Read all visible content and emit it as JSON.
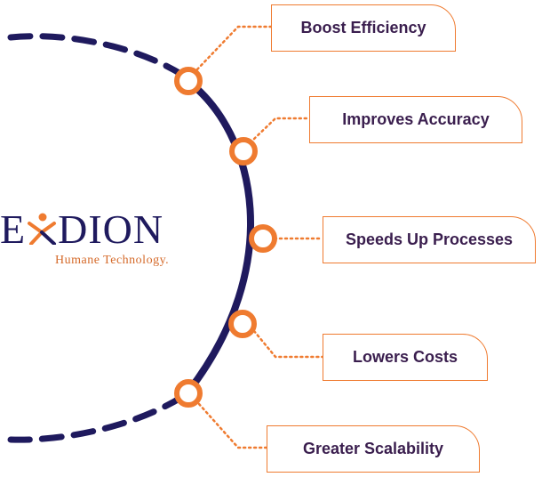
{
  "brand": {
    "logo_letter_e": "E",
    "logo_rest": "DION",
    "tagline": "Humane Technology.",
    "primary_color": "#1f1a5e",
    "accent_color": "#ef7b30"
  },
  "benefits": [
    {
      "label": "Boost Efficiency"
    },
    {
      "label": "Improves Accuracy"
    },
    {
      "label": "Speeds Up Processes"
    },
    {
      "label": "Lowers Costs"
    },
    {
      "label": "Greater Scalability"
    }
  ]
}
